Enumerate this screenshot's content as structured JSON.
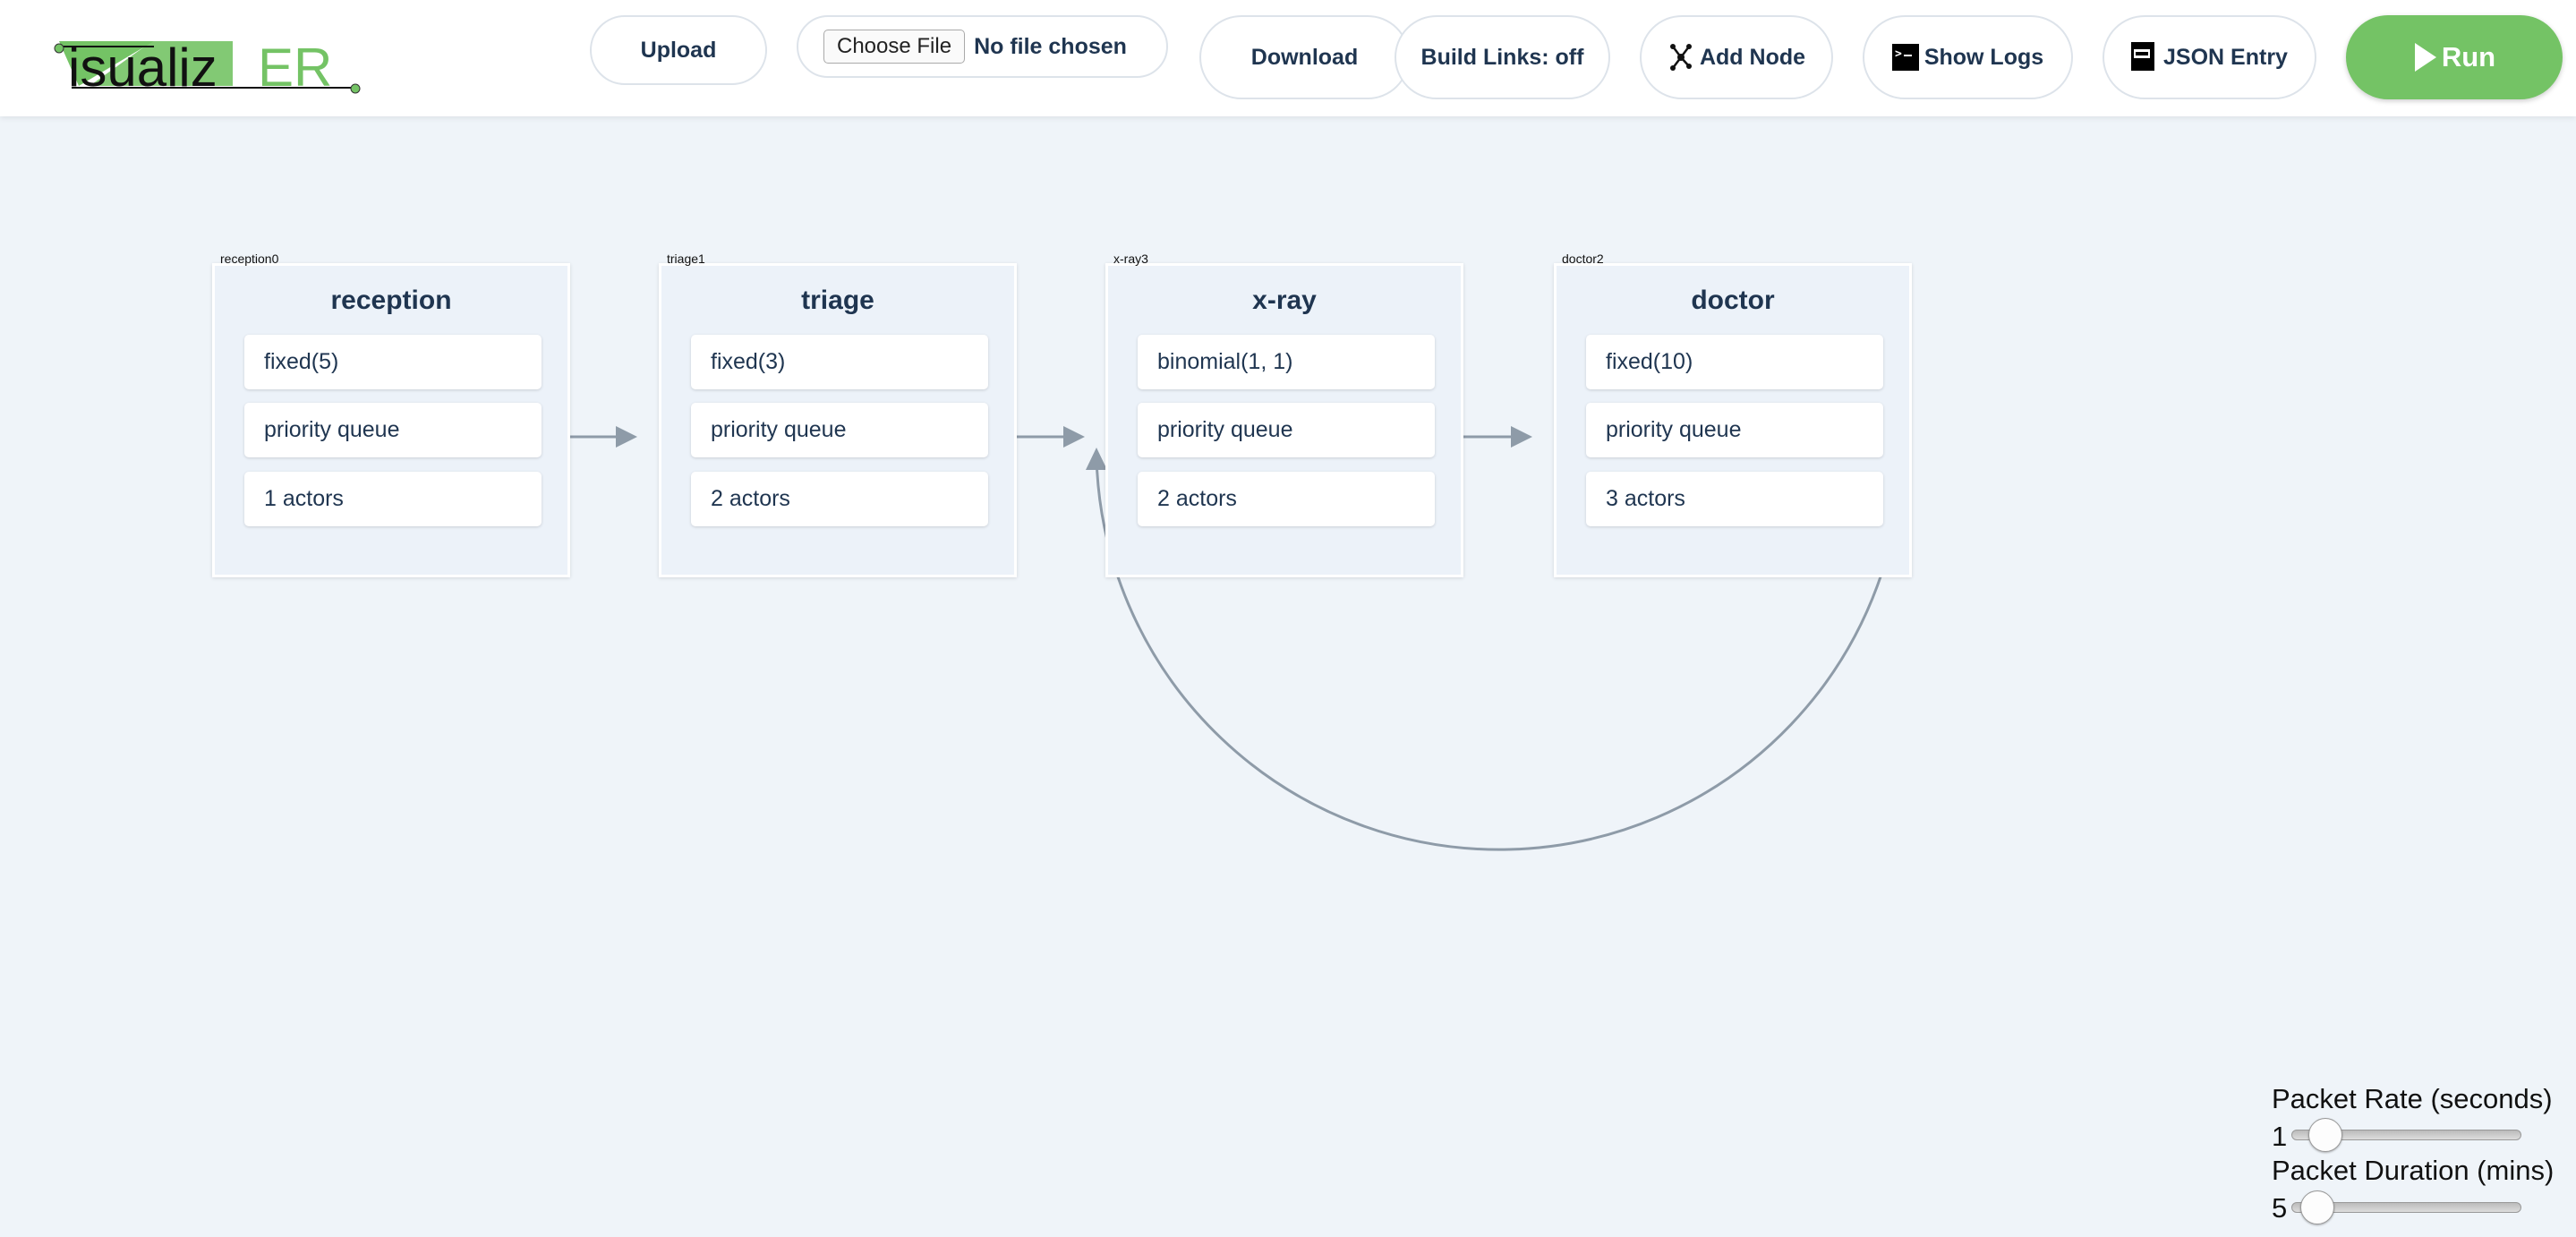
{
  "app": {
    "logo_text": "visualizER",
    "logo_prefix": "isualiz",
    "logo_suffix": "ER",
    "accent": "#74c365"
  },
  "toolbar": {
    "upload": "Upload",
    "file_button": "Choose File",
    "file_status": "No file chosen",
    "download": "Download",
    "build_links": "Build Links: off",
    "add_node": "Add Node",
    "show_logs": "Show Logs",
    "json_entry": "JSON Entry",
    "run": "Run"
  },
  "nodes": [
    {
      "id": "reception0",
      "title": "reception",
      "rows": [
        "fixed(5)",
        "priority queue",
        "1 actors"
      ]
    },
    {
      "id": "triage1",
      "title": "triage",
      "rows": [
        "fixed(3)",
        "priority queue",
        "2 actors"
      ]
    },
    {
      "id": "x-ray3",
      "title": "x-ray",
      "rows": [
        "binomial(1, 1)",
        "priority queue",
        "2 actors"
      ]
    },
    {
      "id": "doctor2",
      "title": "doctor",
      "rows": [
        "fixed(10)",
        "priority queue",
        "3 actors"
      ]
    }
  ],
  "links": [
    [
      "reception0",
      "triage1"
    ],
    [
      "triage1",
      "x-ray3"
    ],
    [
      "x-ray3",
      "doctor2"
    ],
    [
      "doctor2",
      "x-ray3"
    ]
  ],
  "controls": {
    "packet_rate": {
      "label": "Packet Rate (seconds)",
      "value": "1",
      "fraction": 0.08
    },
    "packet_duration": {
      "label": "Packet Duration (mins)",
      "value": "5",
      "fraction": 0.04
    }
  }
}
